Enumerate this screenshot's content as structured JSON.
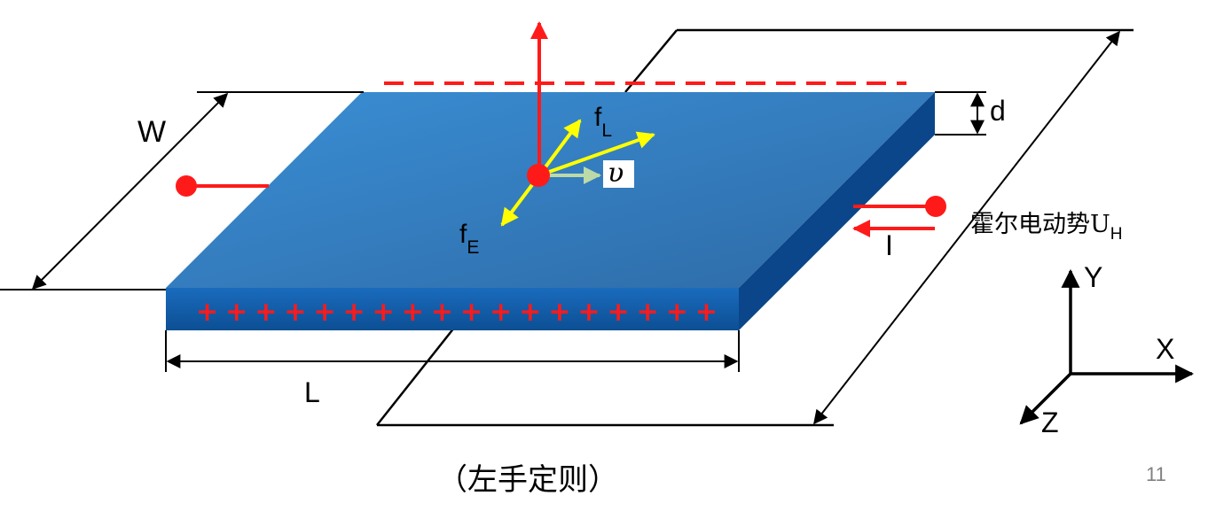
{
  "diagram": {
    "labels": {
      "width": "W",
      "length": "L",
      "thickness": "d",
      "lorentz_force": {
        "base": "f",
        "sub": "L"
      },
      "electric_force": {
        "base": "f",
        "sub": "E"
      },
      "velocity": "υ",
      "current": "I",
      "hall_emf": {
        "base": "霍尔电动势U",
        "sub": "H"
      }
    },
    "charges": "+ + + + + + + + + + + + + + + + + +",
    "axes": {
      "y": "Y",
      "x": "X",
      "z": "Z"
    },
    "caption": "（左手定则）",
    "page_number": "11",
    "colors": {
      "plate_top_start": "#3a8fd6",
      "plate_top_end": "#2e6fae",
      "plate_front": "#0f5da8",
      "plate_side": "#0a3f80",
      "red": "#ff1a1a",
      "yellow": "#ffff00",
      "velocity_arrow": "#bcd9a8"
    }
  }
}
